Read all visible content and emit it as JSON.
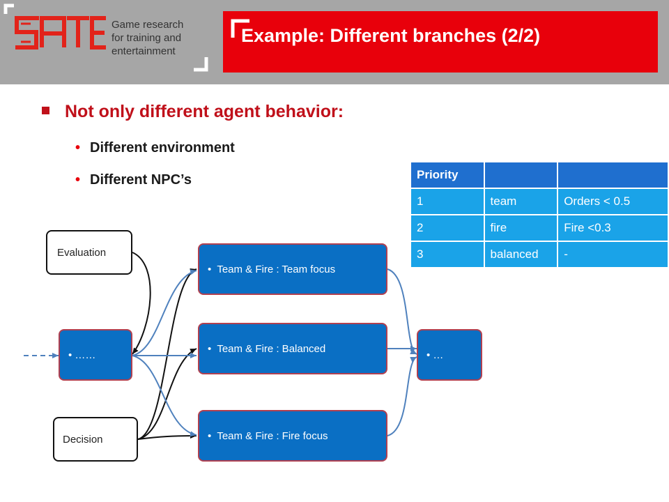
{
  "header": {
    "logo_text": "SATE",
    "logo_caption_lines": [
      "Game research",
      "for training and",
      "entertainment"
    ],
    "title": "Example: Different branches (2/2)"
  },
  "content": {
    "main_bullet": "Not only different agent behavior:",
    "sub_bullets": [
      "Different environment",
      "Different  NPC’s"
    ]
  },
  "priority_table": {
    "headers": [
      "Priority",
      "",
      ""
    ],
    "rows": [
      [
        "1",
        "team",
        "Orders < 0.5"
      ],
      [
        "2",
        "fire",
        "Fire <0.3"
      ],
      [
        "3",
        "balanced",
        "-"
      ]
    ]
  },
  "diagram": {
    "evaluation": "Evaluation",
    "decision": "Decision",
    "start": "……",
    "end": "…",
    "branches": [
      "Team & Fire : Team focus",
      "Team & Fire : Balanced",
      "Team & Fire : Fire focus"
    ]
  },
  "colors": {
    "header_bg": "#a6a6a6",
    "title_bg": "#e8000b",
    "bullet_red": "#c0101a",
    "node_blue": "#0a6fc4",
    "table_header": "#1f6fcf",
    "table_row": "#1aa3e8",
    "connector_blue": "#4f81bd"
  }
}
